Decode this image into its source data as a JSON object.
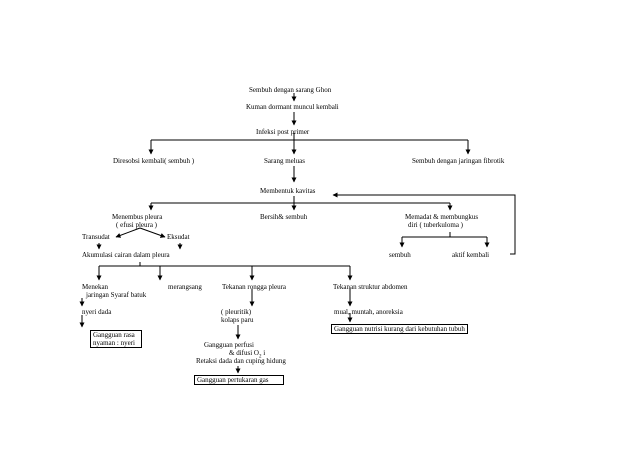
{
  "nodes": {
    "sembuh_ghon": "Sembuh dengan sarang Ghon",
    "kuman_dormant": "Kuman dormant muncul kembali",
    "infeksi_post_primer": "Infeksi post primer",
    "diresobsi": "Diresobsi kembali( sembuh )",
    "sarang_meluas": "Sarang meluas",
    "sembuh_fibrotik": "Sembuh dengan jaringan fibrotik",
    "membentuk_kavitas": "Membentuk kavitas",
    "menembus_pleura": "Menembus pleura",
    "efusi_pleura": "( efusi pleura )",
    "bersih_sembuh": "Bersih& sembuh",
    "memadat": "Memadat & membungkus",
    "tuberkuloma": "diri ( tuberkuloma )",
    "transudat": "Transudat",
    "eksudat": "Eksudat",
    "akumulasi": "Akumulasi cairan dalam pleura",
    "sembuh": "sembuh",
    "aktif_kembali": "aktif kembali",
    "menekan": "Menekan",
    "jaringan_syaraf": "jaringan  Syaraf  batuk",
    "merangsang": "merangsang",
    "tekanan_rongga": "Tekanan rongga pleura",
    "tekanan_abdomen": "Tekanan struktur abdomen",
    "nyeri_dada": "nyeri dada",
    "pleuritik": "( pleuritik)",
    "kolaps_paru": "kolaps paru",
    "mual": "mual, muntah, anoreksia",
    "gangguan_nutrisi": "Gangguan nutrisi kurang dari kebutuhan tubuh",
    "gangguan_rasa_1": "Gangguan rasa",
    "gangguan_rasa_2": "nyaman : nyeri",
    "gangguan_perfusi": "Gangguan perfusi",
    "difusi": "& difusi O",
    "difusi_sub": "2",
    "difusi_tail": " i",
    "retraksi": "Retaksi dada dan cuping hidung",
    "gangguan_pertukaran": "Gangguan  pertukaran gas"
  }
}
